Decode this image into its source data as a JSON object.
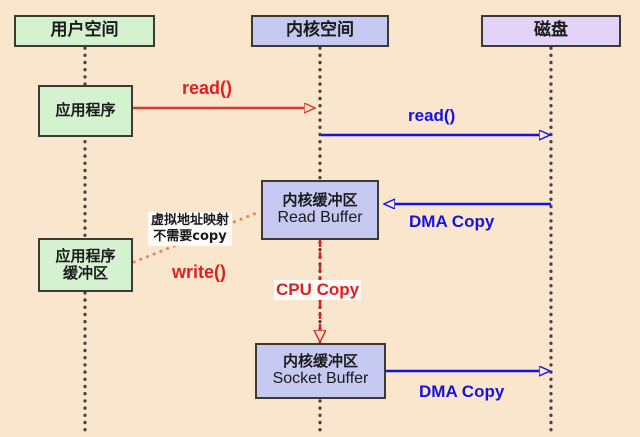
{
  "diagram": {
    "title": "mmap + write zero-copy sequence diagram",
    "background_color": "#fae5cd",
    "lanes": [
      {
        "id": "user-space",
        "label": "用户空间",
        "color": "#d4f2d0"
      },
      {
        "id": "kernel-space",
        "label": "内核空间",
        "color": "#c6c9f2"
      },
      {
        "id": "disk",
        "label": "磁盘",
        "color": "#e2d3f7"
      }
    ],
    "nodes": [
      {
        "id": "application",
        "line1": "应用程序",
        "line2": ""
      },
      {
        "id": "application-buffer",
        "line1": "应用程序",
        "line2": "缓冲区"
      },
      {
        "id": "read-buffer",
        "line1": "内核缓冲区",
        "line2": "Read Buffer"
      },
      {
        "id": "socket-buffer",
        "line1": "内核缓冲区",
        "line2": "Socket Buffer"
      }
    ],
    "arrows": [
      {
        "id": "read-syscall",
        "label": "read()",
        "color": "#d83a2a",
        "style": "solid",
        "direction": "right"
      },
      {
        "id": "read-disk",
        "label": "read()",
        "color": "#1414e0",
        "style": "solid",
        "direction": "right"
      },
      {
        "id": "dma-copy-disk-read",
        "label": "DMA Copy",
        "color": "#1414e0",
        "style": "solid",
        "direction": "left"
      },
      {
        "id": "cpu-copy",
        "label": "CPU Copy",
        "color": "#e02020",
        "style": "dashed",
        "direction": "down"
      },
      {
        "id": "dma-copy-socket-nic",
        "label": "DMA Copy",
        "color": "#1414e0",
        "style": "solid",
        "direction": "right"
      }
    ],
    "write_label": "write()",
    "note": {
      "line1": "虚拟地址映射",
      "line2": "不需要copy"
    }
  }
}
